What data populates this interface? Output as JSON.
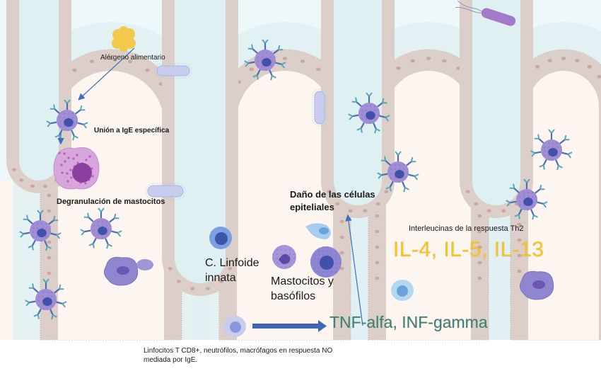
{
  "diagram": {
    "title": "Respuesta inmune intestinal a alérgenos alimentarios",
    "colors": {
      "lumen": "#eef8fa",
      "mucus": "#dff0f2",
      "epithelium": "#dccfc9",
      "epithelium_nucleus": "#c9a7a3",
      "lamina_propria": "#fdf5f0",
      "allergen": "#f2c94c",
      "mast_cell": "#9f8ed6",
      "mast_nucleus": "#3f52a8",
      "antibody": "#4a6fb5",
      "arrow": "#3c6fc0",
      "il_text": "#f2c431",
      "tnf_text": "#3a7f86",
      "degranulated": "#d7a6dc",
      "degranulated_nucleus": "#8a3f9e",
      "bacterium_blue": "#c7cdef",
      "bacterium_purple": "#a479c9"
    },
    "labels": {
      "allergen": "Alérgeno alimentario",
      "ige_binding": "Unión a IgE específica",
      "degranulation": "Degranulación de mastocitos",
      "epithelial_damage": "Daño de las células epiteliales",
      "innate_lymphoid": "C. Linfoide innata",
      "mast_basophils": "Mastocitos y basófilos",
      "th2_heading": "Interleucinas de la respuesta Th2",
      "th2_interleukins": "IL-4, IL-5, IL-13",
      "cytokines": "TNF-alfa, INF-gamma",
      "non_ige": "Linfocitos T CD8+, neutrófilos, macrófagos en respuesta NO  mediada por IgE."
    },
    "icons": {
      "allergen": "allergen-particle-icon",
      "mast_cell": "ige-mast-cell-icon",
      "degranulating_mast_cell": "degranulating-mast-cell-icon",
      "bacterium": "bacterium-icon",
      "flagellated_bacterium": "flagellated-bacterium-icon",
      "macrophage": "macrophage-icon",
      "lymphocyte": "lymphocyte-icon",
      "basophil": "basophil-icon",
      "epithelial_cell": "epithelial-cell-icon"
    }
  }
}
